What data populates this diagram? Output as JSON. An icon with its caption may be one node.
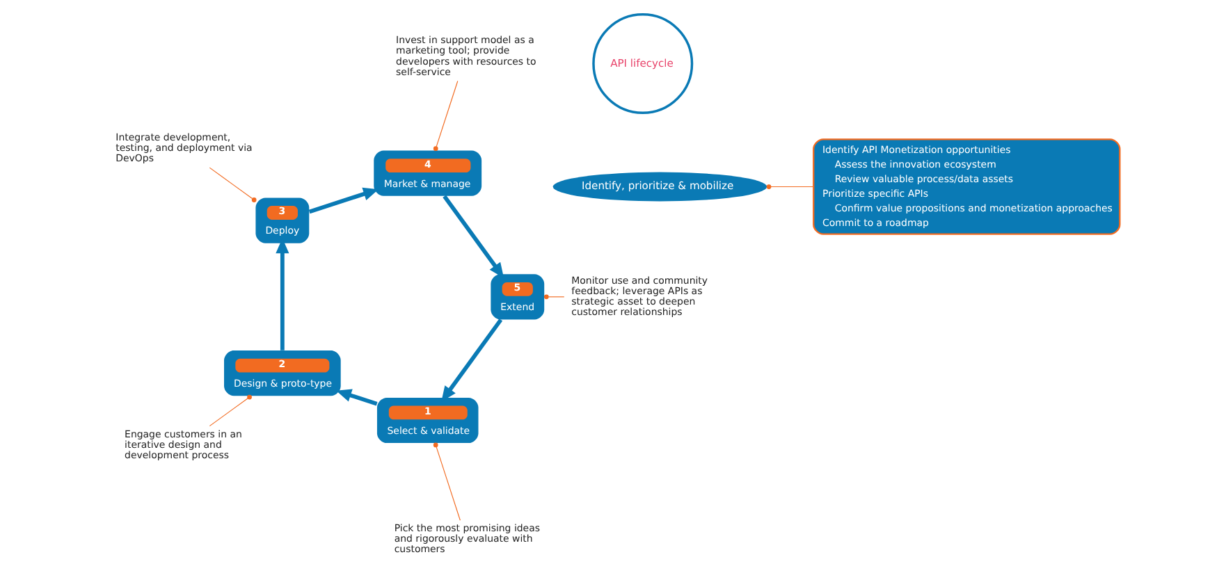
{
  "diagram": {
    "nodes": [
      {
        "text": [
          "Identify, prioritize & mobilize"
        ]
      },
      {
        "text": [
          "Identify API Monetization opportunities",
          "Assess the innovation ecosystem",
          "Review valuable process/data assets",
          "Prioritize specific APIs",
          "Confirm value propositions and monetization approaches",
          "Commit to a roadmap"
        ]
      },
      {
        "text": [
          "API lifecycle"
        ]
      },
      {
        "text": [
          "1",
          "Select & validate"
        ]
      },
      {
        "text": [
          "2",
          "Design & proto-type"
        ]
      },
      {
        "text": [
          "3",
          "Deploy"
        ]
      },
      {
        "text": [
          "4",
          "Market & manage"
        ]
      },
      {
        "text": [
          "5",
          "Extend"
        ]
      },
      {
        "text": [
          "Monitor use and community feedback; leverage APIs as strategic asset to deepen customer relationships"
        ]
      },
      {
        "text": [
          "Pick the most promising ideas and rigorously evaluate with customers"
        ]
      },
      {
        "text": [
          "Engage customers in an iterative design and development process"
        ]
      },
      {
        "text": [
          "Integrate development, testing, and deployment via DevOps"
        ]
      },
      {
        "text": [
          "Invest in support model as a marketing tool; provide developers with resources to self-service"
        ]
      }
    ],
    "edges": [
      {
        "from": 3,
        "to": 4,
        "arrow": "to",
        "color": "#0a7ab5",
        "style": "thick"
      },
      {
        "from": 4,
        "to": 5,
        "arrow": "to",
        "color": "#0a7ab5",
        "style": "thick"
      },
      {
        "from": 5,
        "to": 6,
        "arrow": "to",
        "color": "#0a7ab5",
        "style": "thick"
      },
      {
        "from": 6,
        "to": 7,
        "arrow": "to",
        "color": "#0a7ab5",
        "style": "thick"
      },
      {
        "from": 7,
        "to": 3,
        "arrow": "to",
        "color": "#0a7ab5",
        "style": "thick"
      },
      {
        "from": 1,
        "to": 0,
        "arrow": "other"
      },
      {
        "from": 9,
        "to": 3,
        "arrow": "other"
      },
      {
        "from": 10,
        "to": 4,
        "arrow": "other"
      },
      {
        "from": 11,
        "to": 5,
        "arrow": "other"
      },
      {
        "from": 12,
        "to": 6,
        "arrow": "other"
      },
      {
        "from": 8,
        "to": 7,
        "arrow": "other"
      }
    ]
  }
}
